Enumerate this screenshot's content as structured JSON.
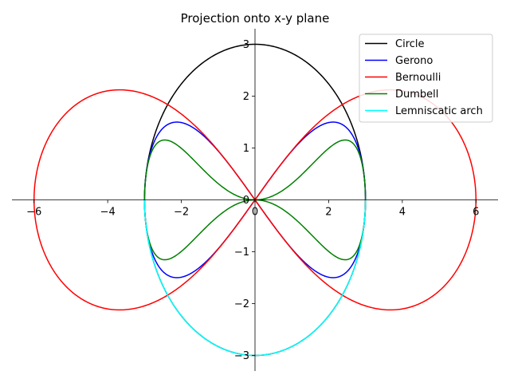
{
  "chart_data": {
    "type": "line",
    "title": "Projection onto x-y plane",
    "xlabel": "",
    "ylabel": "",
    "xlim": [
      -6.6,
      6.6
    ],
    "ylim": [
      -3.3,
      3.3
    ],
    "x_ticks": [
      -6,
      -4,
      -2,
      0,
      2,
      4,
      6
    ],
    "y_ticks": [
      -3,
      -2,
      -1,
      0,
      1,
      2,
      3
    ],
    "x_tick_labels": [
      "−6",
      "−4",
      "−2",
      "0",
      "2",
      "4",
      "6"
    ],
    "y_tick_labels": [
      "−3",
      "−2",
      "−1",
      "0",
      "1",
      "2",
      "3"
    ],
    "axes_through_origin": true,
    "grid": false,
    "legend_position": "top-right",
    "parameter": "t",
    "series": [
      {
        "name": "Circle",
        "color": "#000000",
        "x_expr": "3*cos(t)",
        "y_expr": "3*sin(t)",
        "t_range": [
          0,
          6.2832
        ]
      },
      {
        "name": "Gerono",
        "color": "#0000ff",
        "x_expr": "3*cos(t)",
        "y_expr": "3*sin(t)*cos(t)",
        "t_range": [
          0,
          6.2832
        ]
      },
      {
        "name": "Bernoulli",
        "color": "#ff0000",
        "x_expr": "6*cos(t)/(1+sin(t)^2)",
        "y_expr": "6*sin(t)*cos(t)/(1+sin(t)^2)",
        "t_range": [
          0,
          6.2832
        ]
      },
      {
        "name": "Dumbell",
        "color": "#008000",
        "x_expr": "3*cos(t)",
        "y_expr": "3*sin(t)*cos(t)^2",
        "t_range": [
          0,
          6.2832
        ]
      },
      {
        "name": "Lemniscatic arch",
        "color": "#00ffff",
        "x_expr": "3*cos(t)",
        "y_expr": "-3*sin(t)",
        "t_range": [
          0,
          3.1416
        ]
      }
    ]
  }
}
